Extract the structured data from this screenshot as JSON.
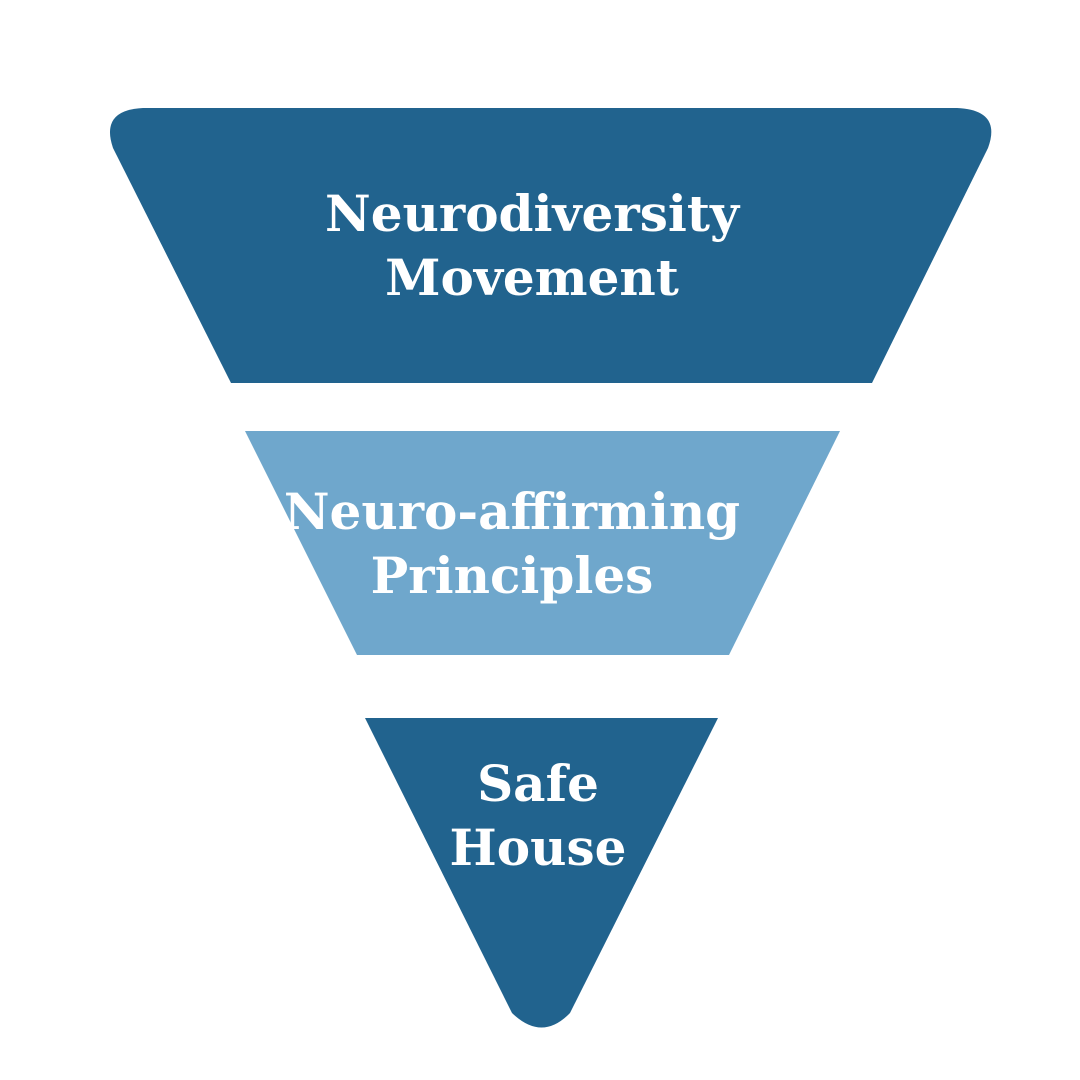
{
  "colors": {
    "background": "#ffffff",
    "dark_blue": "#21638e",
    "light_blue": "#6fa7cc",
    "text": "#ffffff"
  },
  "levels": [
    {
      "line1": "Neurodiversity",
      "line2": "Movement",
      "color": "#21638e"
    },
    {
      "line1": "Neuro-affirming",
      "line2": "Principles",
      "color": "#6fa7cc"
    },
    {
      "line1": "Safe",
      "line2": "House",
      "color": "#21638e"
    }
  ]
}
